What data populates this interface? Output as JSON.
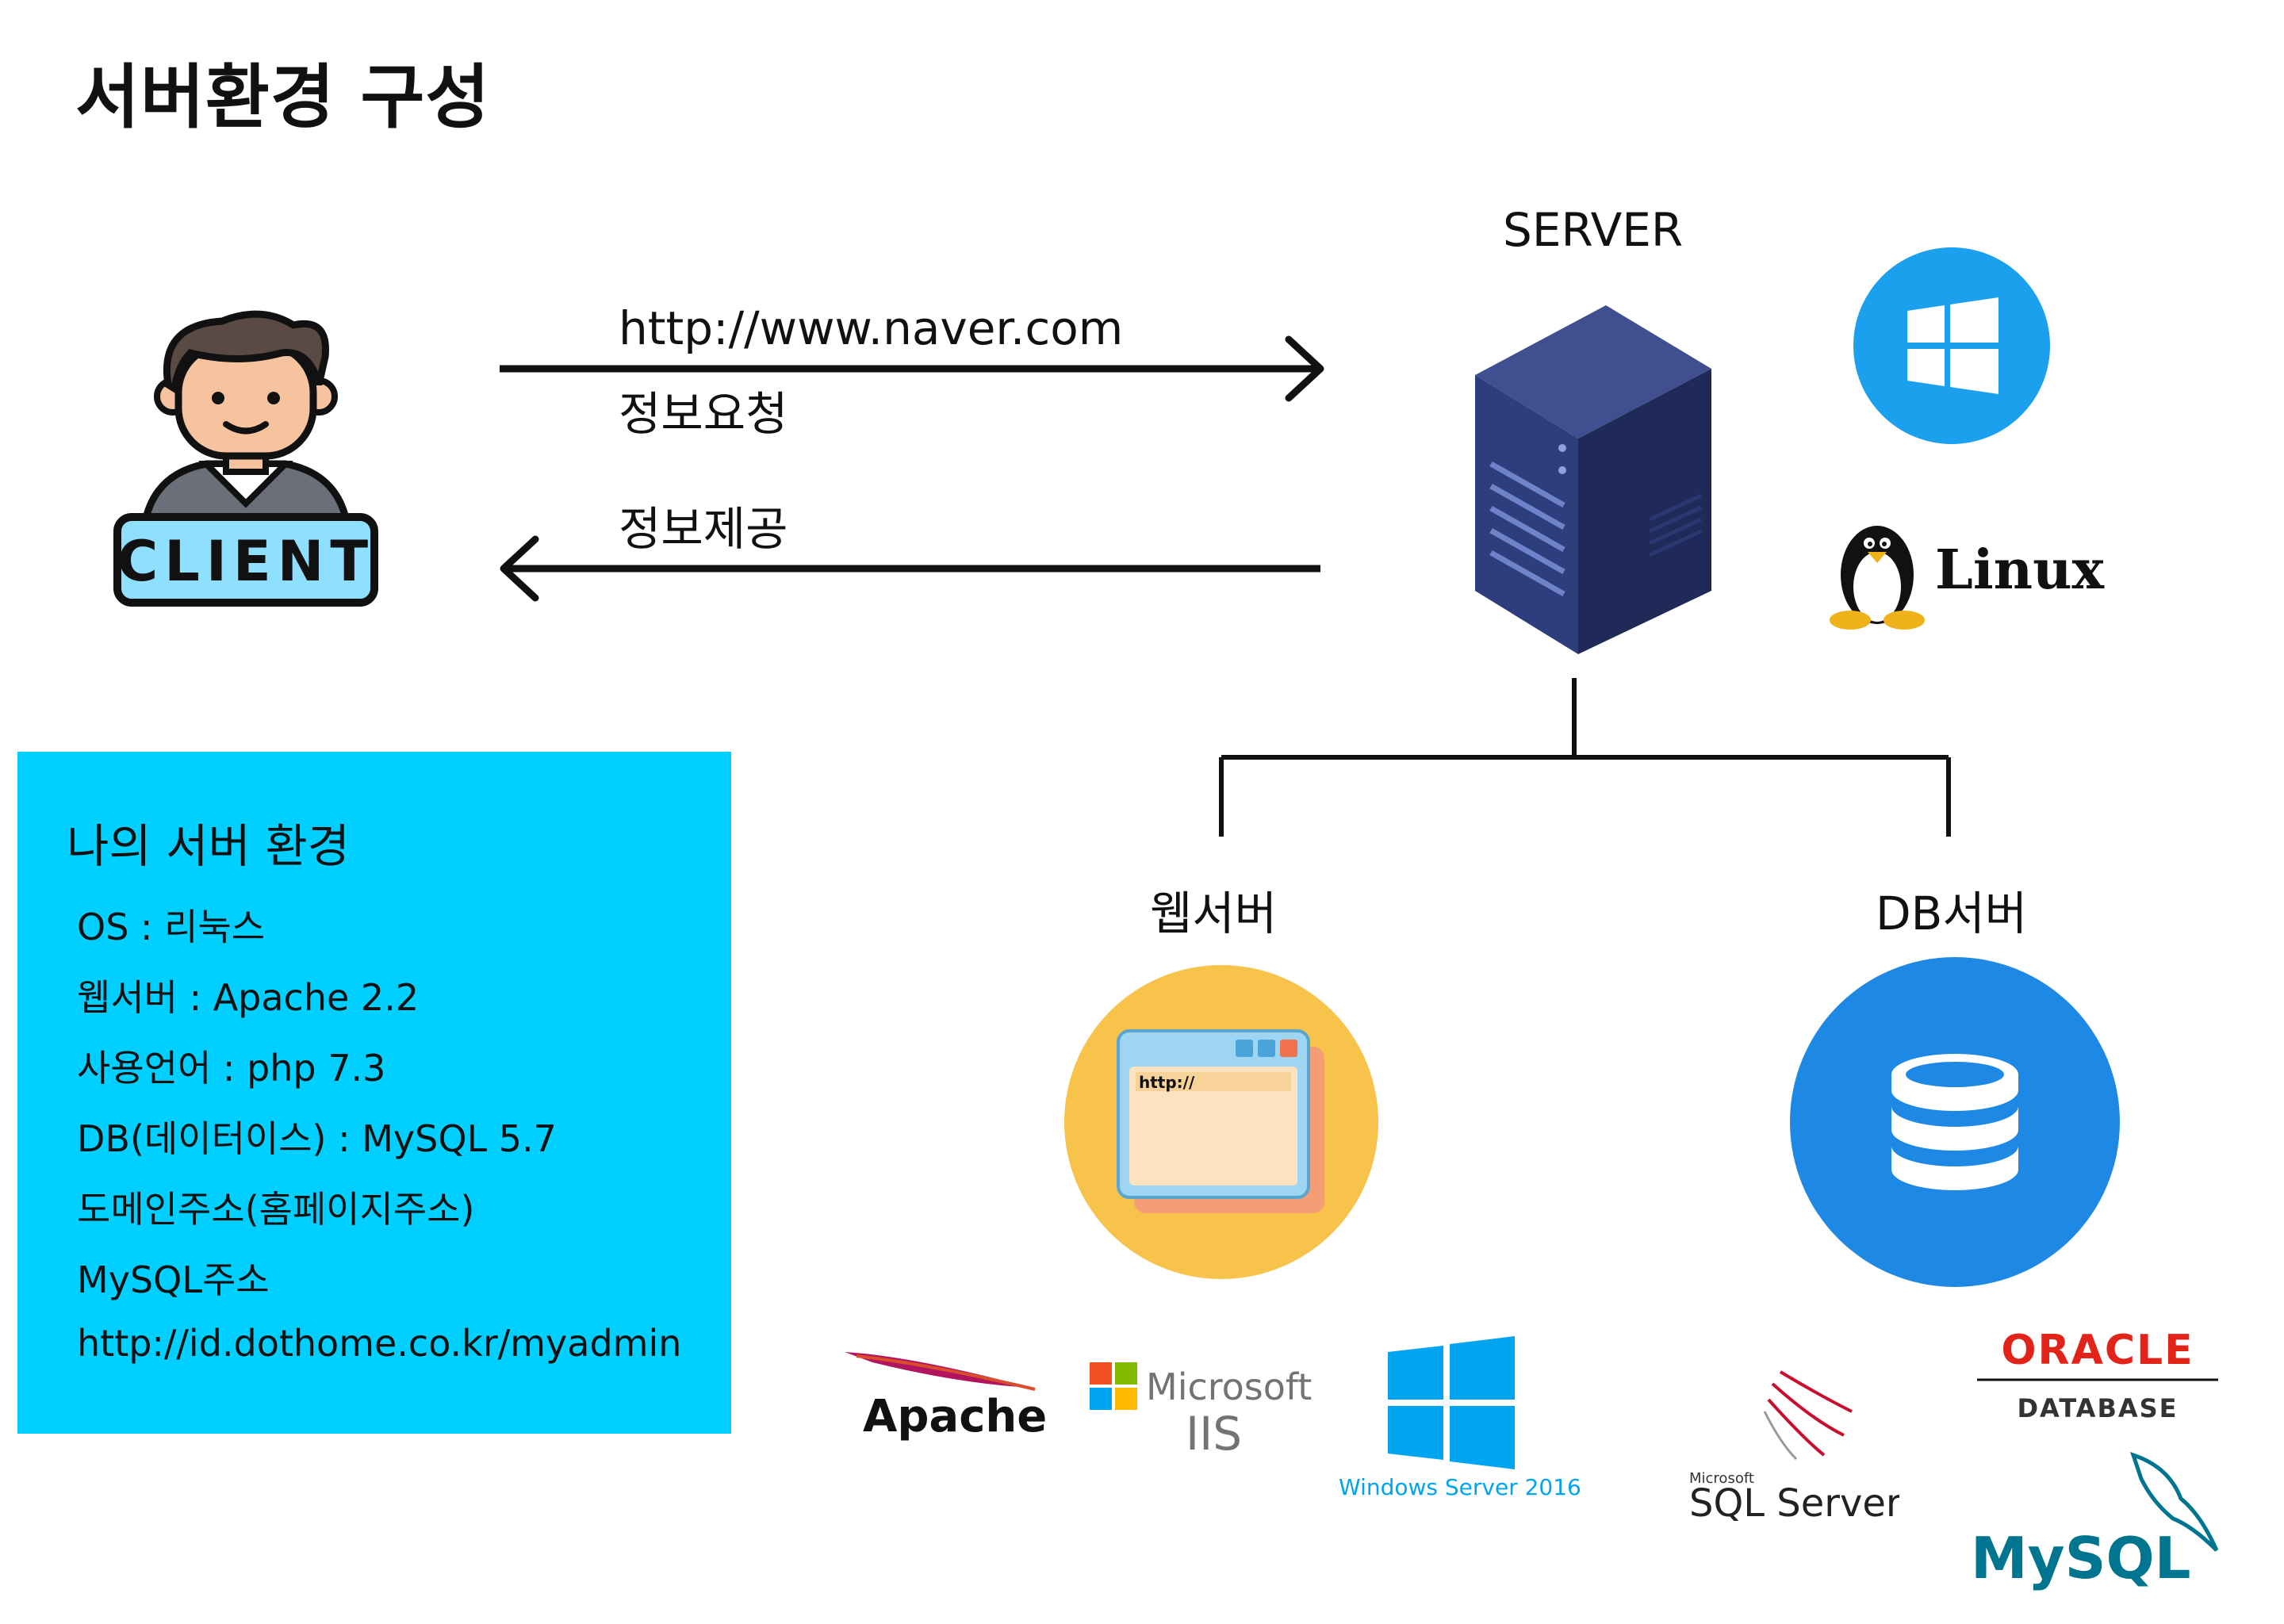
{
  "title": "서버환경 구성",
  "client": {
    "badge": "CLIENT"
  },
  "server": {
    "label": "SERVER",
    "os": [
      "windows-icon",
      "Linux"
    ]
  },
  "arrows": {
    "request": {
      "url": "http://www.naver.com",
      "text": "정보요청"
    },
    "response": {
      "text": "정보제공"
    }
  },
  "branches": {
    "web": "웹서버",
    "db": "DB서버"
  },
  "info": {
    "title": "나의 서버 환경",
    "items": [
      "OS : 리눅스",
      "웹서버 : Apache 2.2",
      "사용언어 : php 7.3",
      "DB(데이터이스) : MySQL 5.7",
      "도메인주소(홈페이지주소)",
      "MySQL주소",
      "http://id.dothome.co.kr/myadmin"
    ],
    "color": "#00cfff"
  },
  "web_icon": {
    "address": "http://"
  },
  "web_logos": {
    "apache": "Apache",
    "iis": [
      "Microsoft",
      "IIS"
    ],
    "windows_server": "Windows Server 2016"
  },
  "db_logos": {
    "sqlserver": [
      "Microsoft",
      "SQL Server"
    ],
    "oracle": [
      "ORACLE",
      "DATABASE"
    ],
    "mysql": "MySQL"
  },
  "colors": {
    "windows": "#1aa0ec",
    "db_circle": "#1e88e5",
    "web_circle": "#f8c34a",
    "oracle": "#e2231a",
    "mysql": "#00758f"
  }
}
